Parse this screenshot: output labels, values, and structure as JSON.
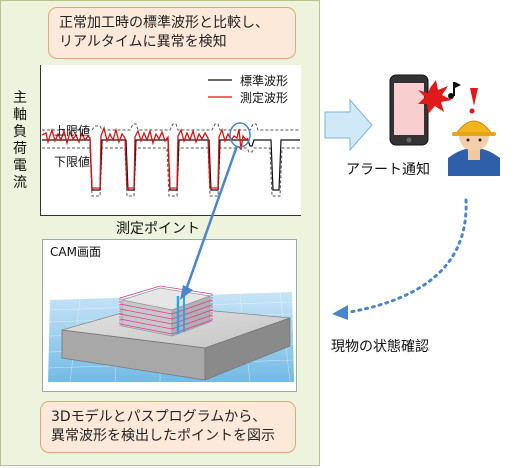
{
  "callout_top": {
    "line1": "正常加工時の標準波形と比較し、",
    "line2": "リアルタイムに異常を検知"
  },
  "chart": {
    "ylabel": "主軸負荷電流",
    "xlabel": "測定ポイント",
    "upper_limit_label": "上限値",
    "lower_limit_label": "下限値",
    "legend": [
      {
        "label": "標準波形",
        "color": "#111111"
      },
      {
        "label": "測定波形",
        "color": "#e01010"
      }
    ]
  },
  "cam": {
    "title": "CAM画面"
  },
  "callout_bottom": {
    "line1": "3Dモデルとパスプログラムから、",
    "line2": "異常波形を検出したポイントを図示"
  },
  "alert": {
    "label": "アラート通知"
  },
  "status": {
    "label": "現物の状態確認"
  },
  "colors": {
    "panel": "#eef3dd",
    "callout": "#fde9d9",
    "arrow": "#4a86c8",
    "measured": "#e01010",
    "standard": "#111111"
  }
}
